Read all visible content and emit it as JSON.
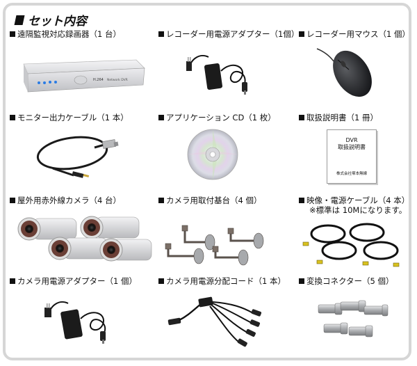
{
  "header": {
    "title": "セット内容"
  },
  "items": [
    {
      "label": "遠隔監視対応録画器（1 台）"
    },
    {
      "label": "レコーダー用電源アダプター（1個）"
    },
    {
      "label": "レコーダー用マウス（1 個）"
    },
    {
      "label": "モニター出力ケーブル（1 本）"
    },
    {
      "label": "アプリケーション CD（1 枚）"
    },
    {
      "label": "取扱説明書（1 冊）"
    },
    {
      "label": "屋外用赤外線カメラ（4 台）"
    },
    {
      "label": "カメラ用取付基台（4 個）"
    },
    {
      "label": "映像・電源ケーブル（4 本）",
      "note": "※標準は 10Mになります。"
    },
    {
      "label": "カメラ用電源アダプター（1 個）"
    },
    {
      "label": "カメラ用電源分配コード（1 本）"
    },
    {
      "label": "変換コネクター（5 個）"
    }
  ],
  "dvr_front": {
    "brand": "H.264",
    "model": "Network DVR"
  },
  "manual_cover": {
    "line1": "DVR",
    "line2": "取扱説明書",
    "company": "株式会社塚本無線"
  }
}
